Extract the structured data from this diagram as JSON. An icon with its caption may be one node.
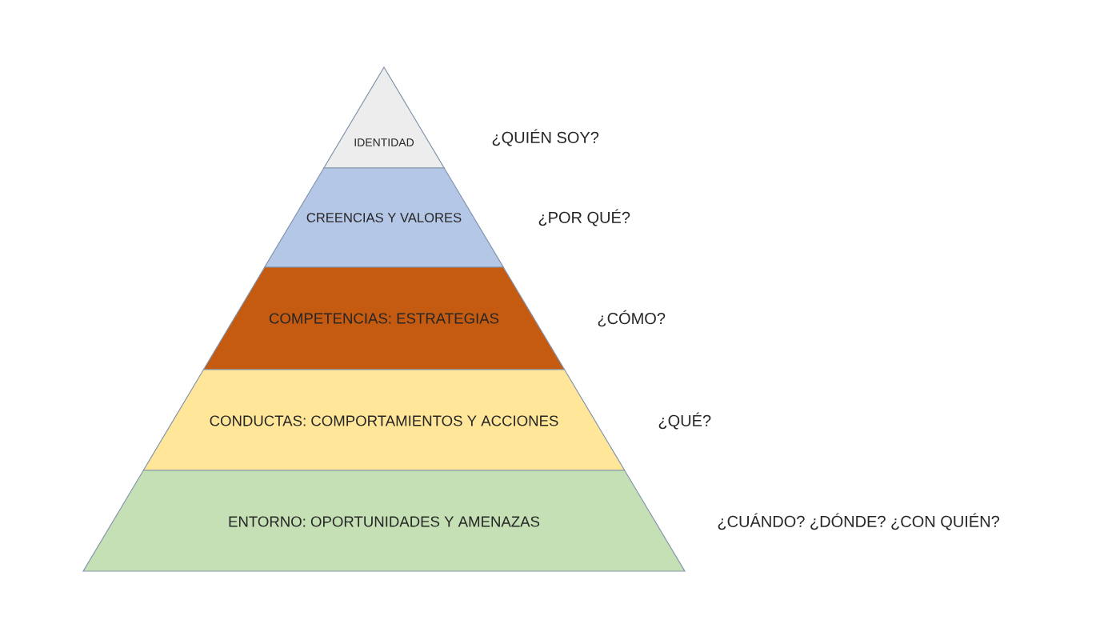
{
  "diagram": {
    "nodes": [
      {
        "text": [
          "IDENTIDAD"
        ]
      },
      {
        "text": [
          "CREENCIAS Y VALORES"
        ]
      },
      {
        "text": [
          "COMPETENCIAS: ESTRATEGIAS"
        ]
      },
      {
        "text": [
          "CONDUCTAS: COMPORTAMIENTOS Y ACCIONES"
        ]
      },
      {
        "text": [
          "ENTORNO: OPORTUNIDADES Y AMENAZAS"
        ]
      }
    ],
    "labels": [
      "¿QUIÉN SOY?",
      "¿POR QUÉ?",
      "¿CÓMO?",
      "¿QUÉ?",
      "¿CUÁNDO? ¿DÓNDE? ¿CON QUIÉN?"
    ]
  }
}
